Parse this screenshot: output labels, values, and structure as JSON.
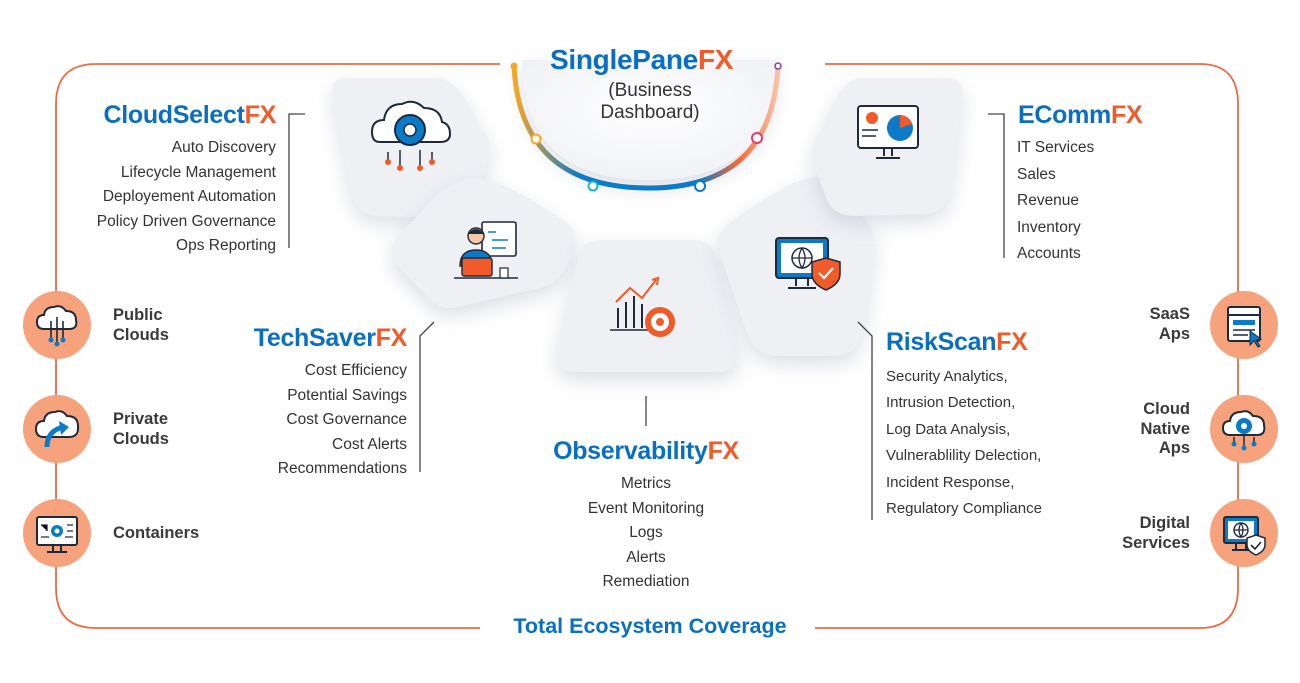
{
  "center": {
    "name": "SinglePane",
    "suffix": "FX",
    "subtitle_line1": "(Business",
    "subtitle_line2": "Dashboard)"
  },
  "products": {
    "cloudselect": {
      "name": "CloudSelect",
      "suffix": "FX",
      "features": [
        "Auto Discovery",
        "Lifecycle Management",
        "Deployement Automation",
        "Policy Driven Governance",
        "Ops Reporting"
      ]
    },
    "techsaver": {
      "name": "TechSaver",
      "suffix": "FX",
      "features": [
        "Cost Efficiency",
        "Potential Savings",
        "Cost Governance",
        "Cost Alerts",
        "Recommendations"
      ]
    },
    "observability": {
      "name": "Observability",
      "suffix": "FX",
      "features": [
        "Metrics",
        "Event Monitoring",
        "Logs",
        "Alerts",
        "Remediation"
      ]
    },
    "riskscan": {
      "name": "RiskScan",
      "suffix": "FX",
      "features": [
        "Security Analytics,",
        "Intrusion Detection,",
        "Log Data Analysis,",
        "Vulnerablility Delection,",
        "Incident Response,",
        "Regulatory Compliance"
      ]
    },
    "ecomm": {
      "name": "EComm",
      "suffix": "FX",
      "features": [
        "IT Services",
        "Sales",
        "Revenue",
        "Inventory",
        "Accounts"
      ]
    }
  },
  "left_side": [
    {
      "line1": "Public",
      "line2": "Clouds",
      "icon": "cloud-network-icon"
    },
    {
      "line1": "Private",
      "line2": "Clouds",
      "icon": "cloud-upload-icon"
    },
    {
      "line1": "Containers",
      "line2": "",
      "icon": "container-gear-icon"
    }
  ],
  "right_side": [
    {
      "line1": "SaaS",
      "line2": "Aps",
      "line3": "",
      "icon": "saas-window-icon"
    },
    {
      "line1": "Cloud",
      "line2": "Native",
      "line3": "Aps",
      "icon": "cloud-gear-icon"
    },
    {
      "line1": "Digital",
      "line2": "Services",
      "line3": "",
      "icon": "globe-shield-icon"
    }
  ],
  "bottom_label": "Total Ecosystem Coverage",
  "colors": {
    "brand_blue": "#0a6fc2",
    "brand_orange": "#f15a29",
    "badge_fill": "#f6a27c",
    "card_fill": "#eef0f4",
    "frame_stroke": "#ee6a43"
  }
}
